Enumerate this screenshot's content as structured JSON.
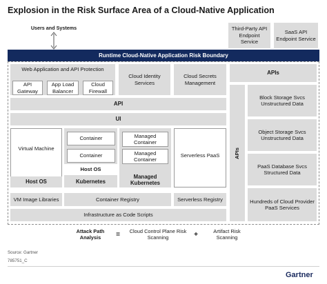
{
  "title": "Explosion in the Risk Surface Area of a Cloud-Native Application",
  "users": "Users and Systems",
  "third_party_api": "Third-Party API Endpoint Service",
  "saas_api": "SaaS API Endpoint Service",
  "boundary": "Runtime Cloud-Native Application Risk Boundary",
  "web_app": "Web Application and API Protection",
  "api_gateway": "API Gateway",
  "app_load_balancer": "App Load Balancer",
  "cloud_firewall": "Cloud Firewall",
  "cloud_identity": "Cloud Identity Services",
  "cloud_secrets": "Cloud Secrets Management",
  "apis_header": "APIs",
  "api_bar": "API",
  "ui_bar": "UI",
  "apis_vertical": "APIs",
  "block_storage": "Block Storage Svcs Unstructured Data",
  "object_storage": "Object Storage Svcs Unstructured Data",
  "paas_db": "PaaS Database Svcs Structured Data",
  "hundreds_paas": "Hundreds of Cloud Provider PaaS Services",
  "virtual_machine": "Virtual Machine",
  "host_os_1": "Host OS",
  "container_1": "Container",
  "container_2": "Container",
  "host_os_2": "Host OS",
  "kubernetes_1": "Kubernetes",
  "managed_container_1": "Managed Container",
  "managed_container_2": "Managed Container",
  "managed_kubernetes": "Managed Kubernetes",
  "serverless_paas": "Serverless PaaS",
  "vm_image_libraries": "VM Image Libraries",
  "container_registry": "Container Registry",
  "serverless_registry": "Serverless Registry",
  "iac_scripts": "Infrastructure as Code Scripts",
  "attack_path": "Attack Path Analysis",
  "equals": "=",
  "cloud_control": "Cloud Control Plane Risk Scanning",
  "plus": "+",
  "artifact_risk": "Artifact Risk Scanning",
  "source": "Source: Gartner",
  "doc_id": "785751_C",
  "logo": "Gartner"
}
